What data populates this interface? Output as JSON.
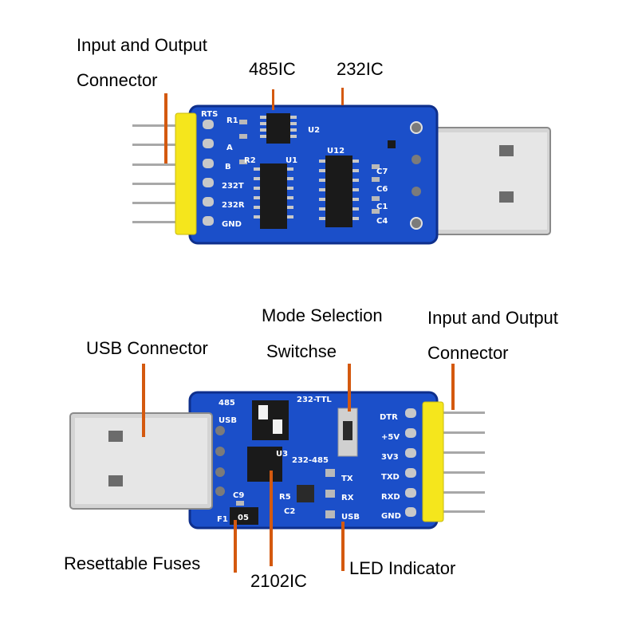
{
  "top_board": {
    "callouts": {
      "io_connector_line1": "Input and Output",
      "io_connector_line2": "Connector",
      "ic_485": "485IC",
      "ic_232": "232IC"
    },
    "silkscreen": {
      "pins": [
        "RTS",
        "A",
        "B",
        "232T",
        "232R",
        "GND"
      ],
      "parts": [
        "R1",
        "U2",
        "R2",
        "U1",
        "U12",
        "C7",
        "C6",
        "C1",
        "C4"
      ]
    }
  },
  "bottom_board": {
    "callouts": {
      "mode_line1": "Mode Selection",
      "mode_line2": "Switchse",
      "io_connector_line1": "Input and Output",
      "io_connector_line2": "Connector",
      "usb_connector": "USB Connector",
      "fuses": "Resettable Fuses",
      "ic_2102": "2102IC",
      "led": "LED Indicator"
    },
    "silkscreen": {
      "pins": [
        "DTR",
        "+5V",
        "3V3",
        "TXD",
        "RXD",
        "GND"
      ],
      "modes": [
        "485",
        "232-TTL",
        "USB",
        "232-485"
      ],
      "leds": [
        "TX",
        "RX",
        "USB"
      ],
      "parts": [
        "U3",
        "R5",
        "C9",
        "C2",
        "F1",
        "05"
      ]
    }
  },
  "colors": {
    "pcb": "#1b4fc9",
    "pcb_edge": "#0e2f8c",
    "header": "#f5e61c",
    "pointer": "#d4590f",
    "chip": "#1a1a1a",
    "usb_metal": "#cfcfcf"
  }
}
